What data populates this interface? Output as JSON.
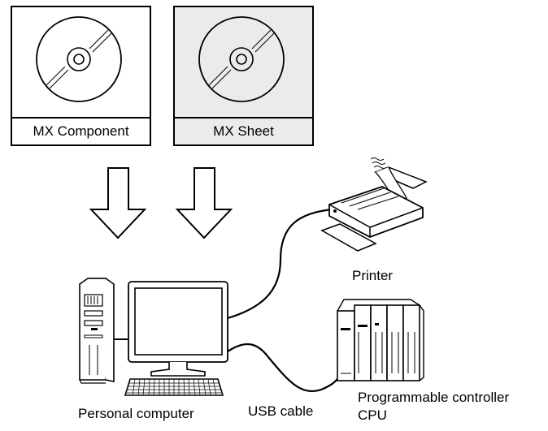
{
  "software_packages": [
    {
      "id": "mx-component",
      "label": "MX Component",
      "fill": "#ffffff"
    },
    {
      "id": "mx-sheet",
      "label": "MX Sheet",
      "fill": "#ebebeb"
    }
  ],
  "devices": {
    "printer": {
      "label": "Printer"
    },
    "personal_computer": {
      "label": "Personal computer"
    },
    "plc": {
      "label_line1": "Programmable controller",
      "label_line2": "CPU"
    }
  },
  "connections": {
    "usb_cable": {
      "label": "USB cable"
    }
  },
  "colors": {
    "line": "#000000",
    "package_highlight": "#ebebeb",
    "device_fill": "#ffffff"
  }
}
